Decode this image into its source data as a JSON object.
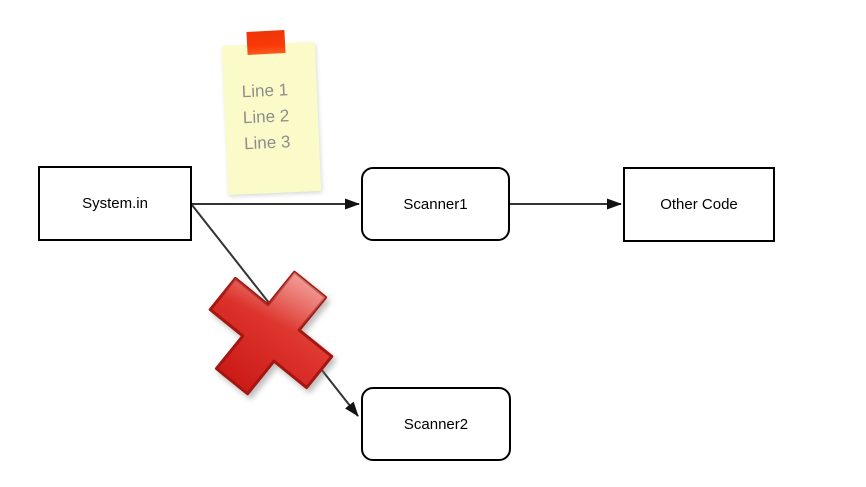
{
  "note": {
    "lines": [
      "Line 1",
      "Line 2",
      "Line 3"
    ],
    "tape_icon": "tape-icon"
  },
  "nodes": [
    {
      "id": "system-in",
      "label": "System.in",
      "shape": "rectangle"
    },
    {
      "id": "scanner1",
      "label": "Scanner1",
      "shape": "rounded-rectangle"
    },
    {
      "id": "other-code",
      "label": "Other Code",
      "shape": "rectangle"
    },
    {
      "id": "scanner2",
      "label": "Scanner2",
      "shape": "rounded-rectangle"
    }
  ],
  "edges": [
    {
      "from": "System.in",
      "to": "Scanner1",
      "type": "arrow"
    },
    {
      "from": "Scanner1",
      "to": "Other Code",
      "type": "arrow"
    },
    {
      "from": "System.in",
      "to": "Scanner2",
      "type": "arrow",
      "status": "blocked",
      "marker_icon": "red-x-icon"
    }
  ],
  "colors": {
    "canvas_background": "#FFFFFF",
    "node_background": "#FFFFFF",
    "node_border": "#000000",
    "edge_line": "#333333",
    "note_background": "#FBFBC9",
    "note_text": "#8D8D8D",
    "tape": "#FA3A07",
    "blocked_x": "#D7231E"
  }
}
